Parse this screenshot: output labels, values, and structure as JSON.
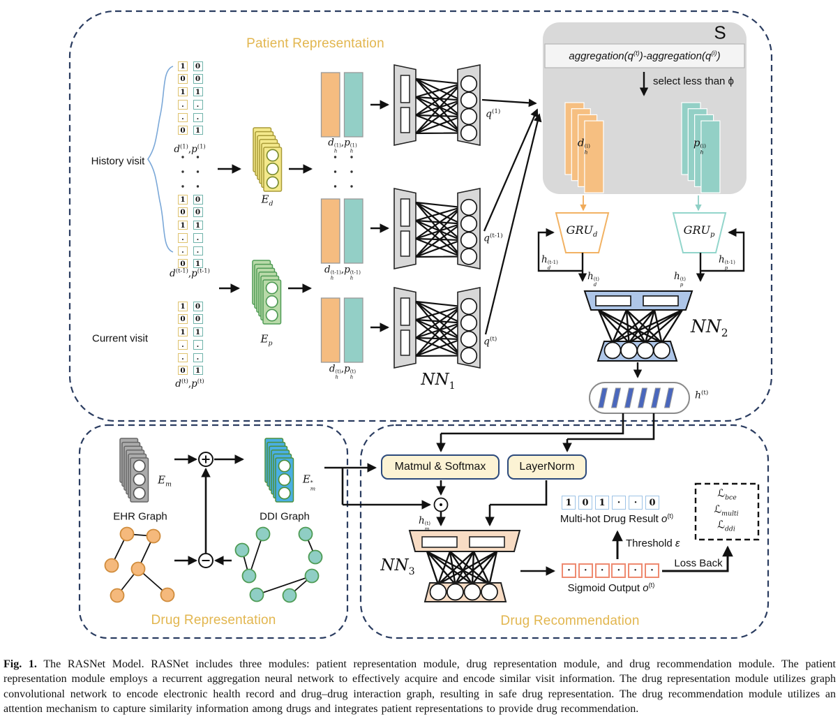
{
  "titles": {
    "patient": "Patient Representation",
    "drug_repr": "Drug Representation",
    "drug_rec": "Drug Recommendation",
    "s_box": "S"
  },
  "patient": {
    "history": "History visit",
    "current": "Current visit",
    "groups": [
      {
        "left": [
          "1",
          "0",
          "1",
          ".",
          ".",
          "0"
        ],
        "right": [
          "0",
          "0",
          "1",
          ".",
          ".",
          "1"
        ],
        "label": "<i>d</i><sup>(1)</sup>,<i>p</i><sup>(1)</sup>"
      },
      {
        "left": [
          "1",
          "0",
          "1",
          ".",
          ".",
          "0"
        ],
        "right": [
          "0",
          "0",
          "1",
          ".",
          ".",
          "1"
        ],
        "label": "<i>d</i><sup>(t-1)</sup>,<i>p</i><sup>(t-1)</sup>"
      },
      {
        "left": [
          "1",
          "0",
          "1",
          ".",
          ".",
          "0"
        ],
        "right": [
          "0",
          "0",
          "1",
          ".",
          ".",
          "1"
        ],
        "label": "<i>d</i><sup>(t)</sup>,<i>p</i><sup>(t)</sup>"
      }
    ],
    "ed": "<i>E<sub>d</sub></i>",
    "ep": "<i>E<sub>p</sub></i>",
    "bar_labels": [
      "<i>d</i><span class='st'><span>(1)</span><span><i>h</i></span></span>,<i>p</i><span class='st'><span>(1)</span><span><i>h</i></span></span>",
      "<i>d</i><span class='st'><span>(t-1)</span><span><i>h</i></span></span>,<i>p</i><span class='st'><span>(t-1)</span><span><i>h</i></span></span>",
      "<i>d</i><span class='st'><span>(t)</span><span><i>h</i></span></span>,<i>p</i><span class='st'><span>(t)</span><span><i>h</i></span></span>"
    ],
    "nn1": "<i>NN</i><sub>1</sub>",
    "q1": "<i>q</i><sup>(1)</sup>",
    "qt1": "<i>q</i><sup>(t-1)</sup>",
    "qt": "<i>q</i><sup>(t)</sup>"
  },
  "sbox": {
    "formula": "aggregation(q<sup>(t)</sup>)-aggregation(q<sup>(i)</sup>)",
    "select": "select less than ϕ",
    "dhi": "<i>d</i><span class='st'><span>(i)</span><span><i>h</i></span></span>",
    "phi": "<i>p</i><span class='st'><span>(i)</span><span><i>h</i></span></span>"
  },
  "gru": {
    "grud": "<i>GRU<sub>d</sub></i>",
    "grup": "<i>GRU<sub>p</sub></i>",
    "hd_prev": "<i>h</i><span class='st'><span>(t-1)</span><span><i>d</i></span></span>",
    "hd": "<i>h</i><span class='st'><span>(t)</span><span><i>d</i></span></span>",
    "hp_prev": "<i>h</i><span class='st'><span>(t-1)</span><span><i>p</i></span></span>",
    "hp": "<i>h</i><span class='st'><span>(t)</span><span><i>p</i></span></span>",
    "nn2": "<i>NN</i><sub>2</sub>",
    "ht": "<i>h</i><sup>(t)</sup>"
  },
  "drugrepr": {
    "em": "<i>E<sub>m</sub></i>",
    "emstar": "<i>E</i><span class='st'><span>*</span><span><i>m</i></span></span>",
    "ehr": "EHR Graph",
    "ddi": "DDI Graph"
  },
  "drugrec": {
    "matmul": "Matmul &amp; Softmax",
    "layernorm": "LayerNorm",
    "hm": "<i>h</i><span class='st'><span>(t)</span><span><i>m</i></span></span>",
    "nn3": "<i>NN</i><sub>3</sub>",
    "multihot_values": [
      "1",
      "0",
      "1",
      "·",
      "·",
      "0"
    ],
    "multihot_label": "Multi-hot Drug Result <i>o</i><sup>(t)</sup>",
    "sigmoid_values": [
      "·",
      "·",
      "·",
      "·",
      "·",
      "·"
    ],
    "sigmoid_label": "Sigmoid Output <i>o</i><sup>(t)</sup>",
    "threshold": "Threshold <i>ε</i>",
    "lossback": "Loss Back",
    "loss_bce": "ℒ<sub><i>bce</i></sub>",
    "loss_multi": "ℒ<sub><i>multi</i></sub>",
    "loss_ddi": "ℒ<sub><i>ddi</i></sub>"
  },
  "caption": {
    "fig": "Fig. 1.",
    "text": "The RASNet Model. RASNet includes three modules: patient representation module, drug representation module, and drug recommendation module. The patient representation module employs a recurrent aggregation neural network to effectively acquire and encode similar visit information. The drug representation module utilizes graph convolutional network to encode electronic health record and drug–drug interaction graph, resulting in safe drug representation. The drug recommendation module utilizes an attention mechanism to capture similarity information among drugs and integrates patient representations to provide drug recommendation."
  }
}
